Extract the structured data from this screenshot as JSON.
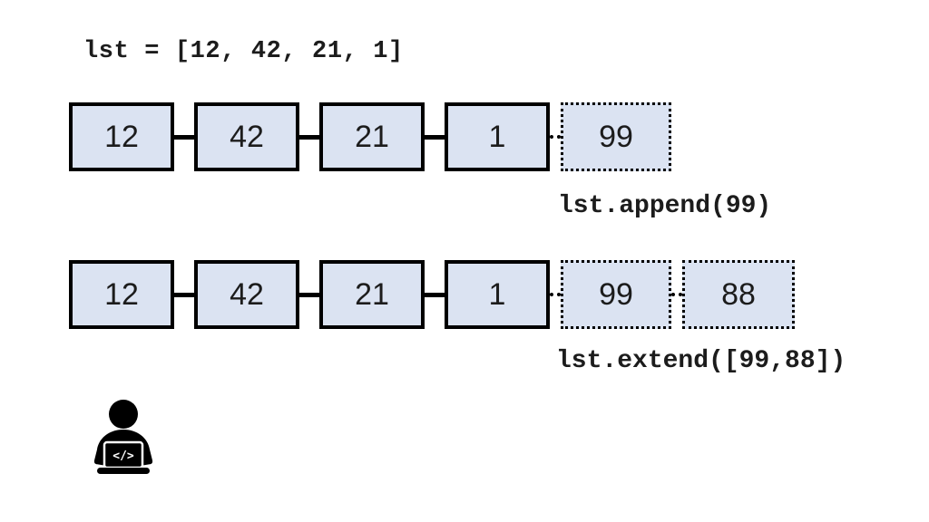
{
  "title": "lst = [12, 42, 21, 1]",
  "rows": [
    {
      "label": "lst.append(99)",
      "boxes": [
        {
          "value": "12",
          "style": "solid"
        },
        {
          "value": "42",
          "style": "solid"
        },
        {
          "value": "21",
          "style": "solid"
        },
        {
          "value": "1",
          "style": "solid"
        },
        {
          "value": "99",
          "style": "dotted"
        }
      ]
    },
    {
      "label": "lst.extend([99,88])",
      "boxes": [
        {
          "value": "12",
          "style": "solid"
        },
        {
          "value": "42",
          "style": "solid"
        },
        {
          "value": "21",
          "style": "solid"
        },
        {
          "value": "1",
          "style": "solid"
        },
        {
          "value": "99",
          "style": "dotted"
        },
        {
          "value": "88",
          "style": "dotted"
        }
      ]
    }
  ],
  "icon": {
    "name": "person-coding-icon",
    "laptop_text": "</>"
  },
  "colors": {
    "background": "#ffffff",
    "box_fill": "#dbe3f2",
    "box_border": "#000000",
    "text": "#1c1c1c"
  }
}
